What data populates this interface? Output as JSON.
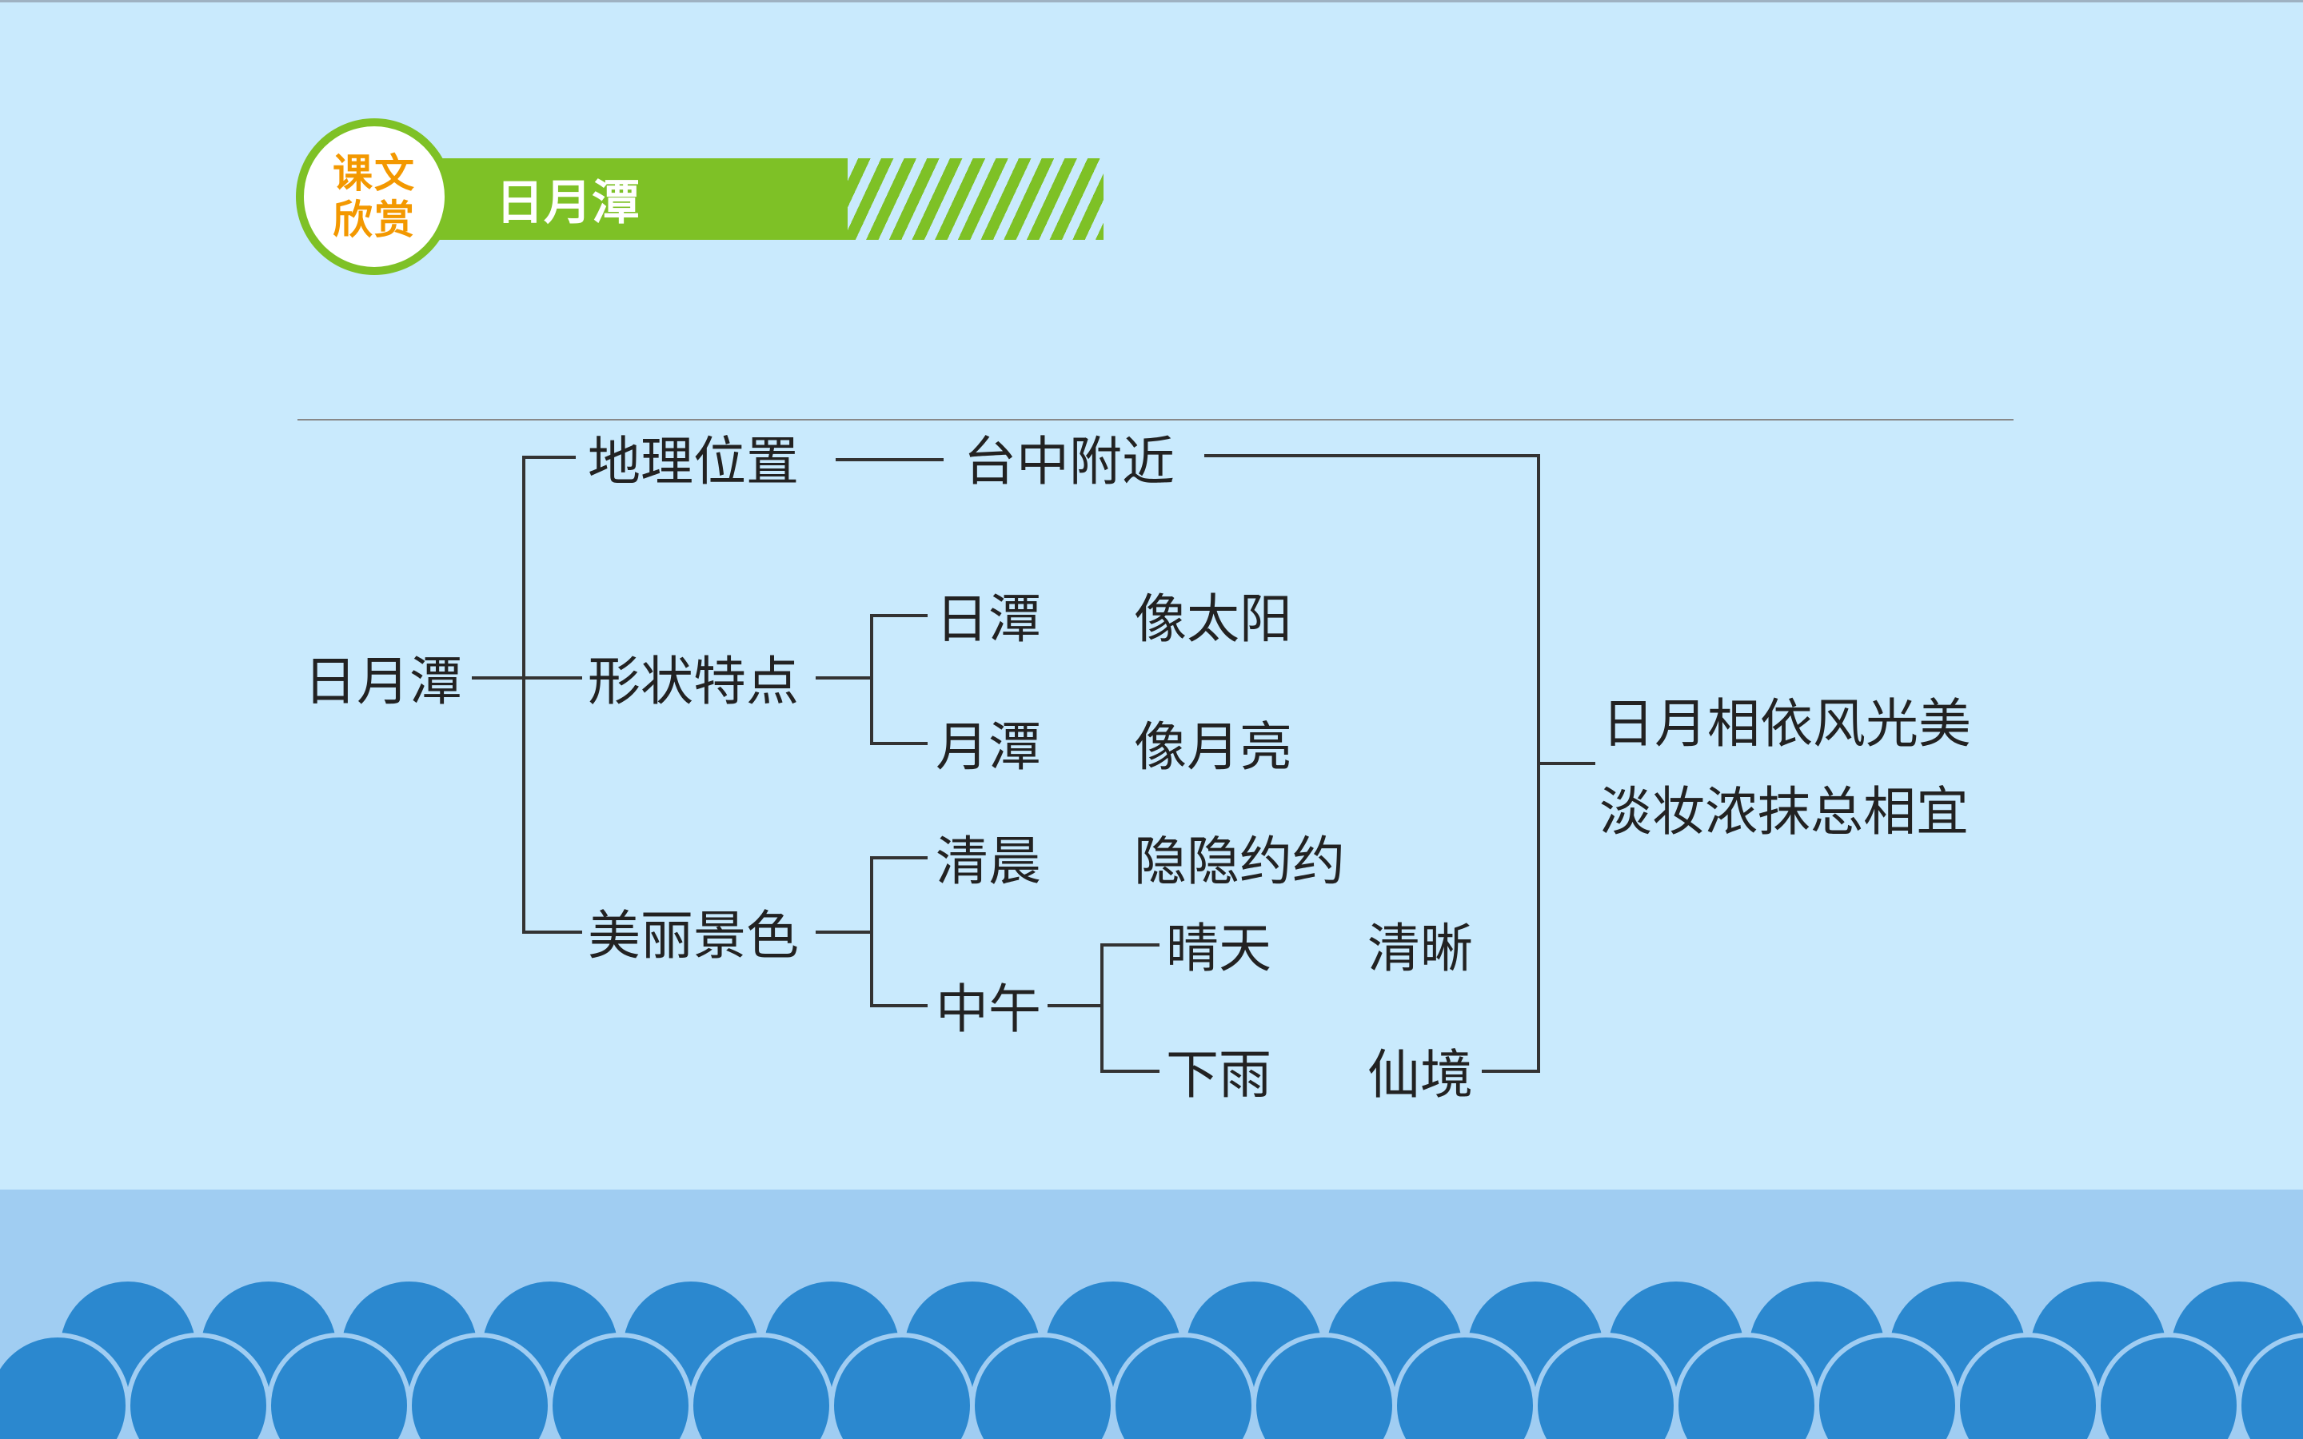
{
  "header": {
    "badge": "课文欣赏",
    "title": "日月潭"
  },
  "diagram": {
    "root": "日月潭",
    "geo": {
      "label": "地理位置",
      "value": "台中附近"
    },
    "shape": {
      "label": "形状特点",
      "sun_lake": "日潭",
      "sun_desc": "像太阳",
      "moon_lake": "月潭",
      "moon_desc": "像月亮"
    },
    "scenery": {
      "label": "美丽景色",
      "morning": "清晨",
      "morning_desc": "隐隐约约",
      "noon": "中午",
      "sunny": "晴天",
      "sunny_desc": "清晰",
      "rain": "下雨",
      "rain_desc": "仙境"
    },
    "summary_line1": "日月相依风光美",
    "summary_line2": "淡妆浓抹总相宜"
  },
  "colors": {
    "background": "#c9eafd",
    "banner_green": "#7ec126",
    "badge_orange": "#f39800",
    "wave_light": "#a0cdf2",
    "wave_dark": "#2b88cf"
  }
}
